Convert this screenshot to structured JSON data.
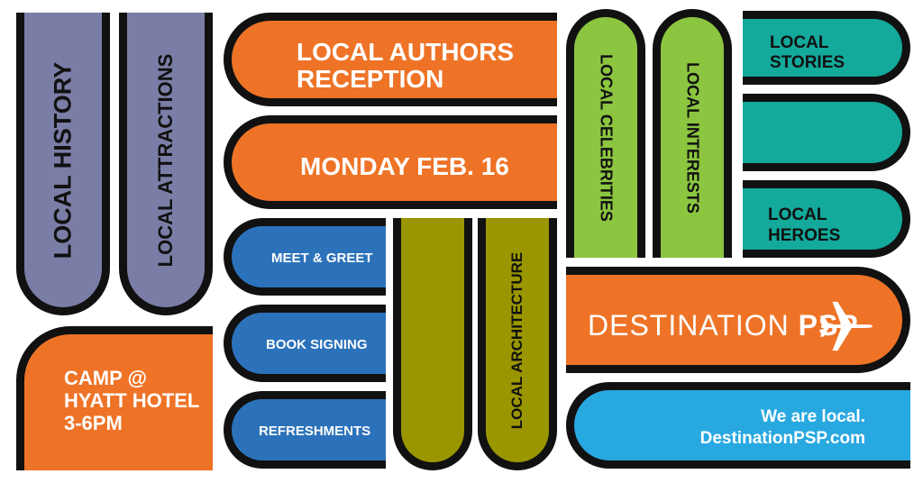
{
  "vertical_labels": {
    "local_history": "LOCAL HISTORY",
    "local_attractions": "LOCAL ATTRACTIONS",
    "local_celebrities": "LOCAL CELEBRITIES",
    "local_interests": "LOCAL INTERESTS",
    "local_architecture": "LOCAL ARCHITECTURE"
  },
  "event": {
    "title_line1": "LOCAL AUTHORS",
    "title_line2": "RECEPTION",
    "date": "MONDAY FEB. 16",
    "location_line1": "CAMP @",
    "location_line2": "HYATT HOTEL",
    "location_line3": "3-6PM"
  },
  "activities": [
    "MEET & GREET",
    "BOOK SIGNING",
    "REFRESHMENTS"
  ],
  "local_tags": {
    "stories_line1": "LOCAL",
    "stories_line2": "STORIES",
    "heroes_line1": "LOCAL",
    "heroes_line2": "HEROES"
  },
  "brand": {
    "name_light": "DESTINATION",
    "name_bold": "PSP",
    "icon": "airplane-icon"
  },
  "tagline": {
    "line1": "We are local.",
    "line2": "DestinationPSP.com"
  },
  "colors": {
    "purple": "#7a7ea6",
    "orange": "#ee7327",
    "blue": "#2c72ba",
    "olive": "#9a9600",
    "green": "#8cc540",
    "teal": "#13a99b",
    "sky": "#28a8e0"
  }
}
